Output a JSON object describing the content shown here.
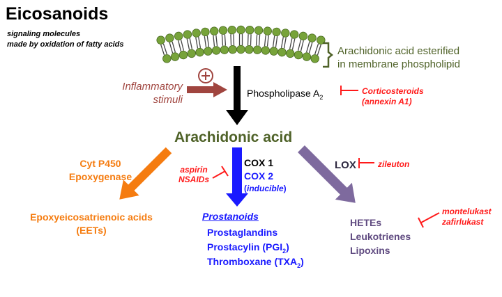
{
  "header": {
    "title": "Eicosanoids",
    "subtitle_line1": "signaling molecules",
    "subtitle_line2": "made by oxidation of fatty acids"
  },
  "membrane": {
    "label_line1": "Arachidonic acid esterified",
    "label_line2": "in membrane phospholipid",
    "color": "#4f6228"
  },
  "stimulus": {
    "label_line1": "Inflammatory",
    "label_line2": "stimuli",
    "symbol": "+",
    "color": "#a0453f"
  },
  "enzyme_pla2": {
    "label": "Phospholipase A",
    "subscript": "2"
  },
  "inhibitors": {
    "corticosteroids_line1": "Corticosteroids",
    "corticosteroids_line2": "(annexin A1)",
    "aspirin_line1": "aspirin",
    "aspirin_line2": "NSAIDs",
    "zileuton": "zileuton",
    "montelukast": "montelukast",
    "zafirlukast": "zafirlukast",
    "color": "#ff1a1a"
  },
  "central": {
    "label": "Arachidonic acid",
    "color": "#4f6228"
  },
  "branches": {
    "cyp": {
      "enzyme_line1": "Cyt P450",
      "enzyme_line2": "Epoxygenase",
      "product_line1": "Epoxyeicosatrienoic acids",
      "product_line2": "(EETs)",
      "color": "#f57c10"
    },
    "cox": {
      "enzyme1": "COX 1",
      "enzyme2": "COX 2",
      "enzyme2_note": "inducible",
      "product_heading": "Prostanoids",
      "products": [
        {
          "label": "Prostaglandins",
          "sub": ""
        },
        {
          "label": "Prostacylin (PGI",
          "sub": "2",
          "suffix": ")"
        },
        {
          "label": "Thromboxane (TXA",
          "sub": "2",
          "suffix": ")"
        }
      ],
      "color": "#1a1aff"
    },
    "lox": {
      "enzyme": "LOX",
      "products": [
        "HETEs",
        "Leukotrienes",
        "Lipoxins"
      ],
      "color": "#5f4a80"
    }
  }
}
